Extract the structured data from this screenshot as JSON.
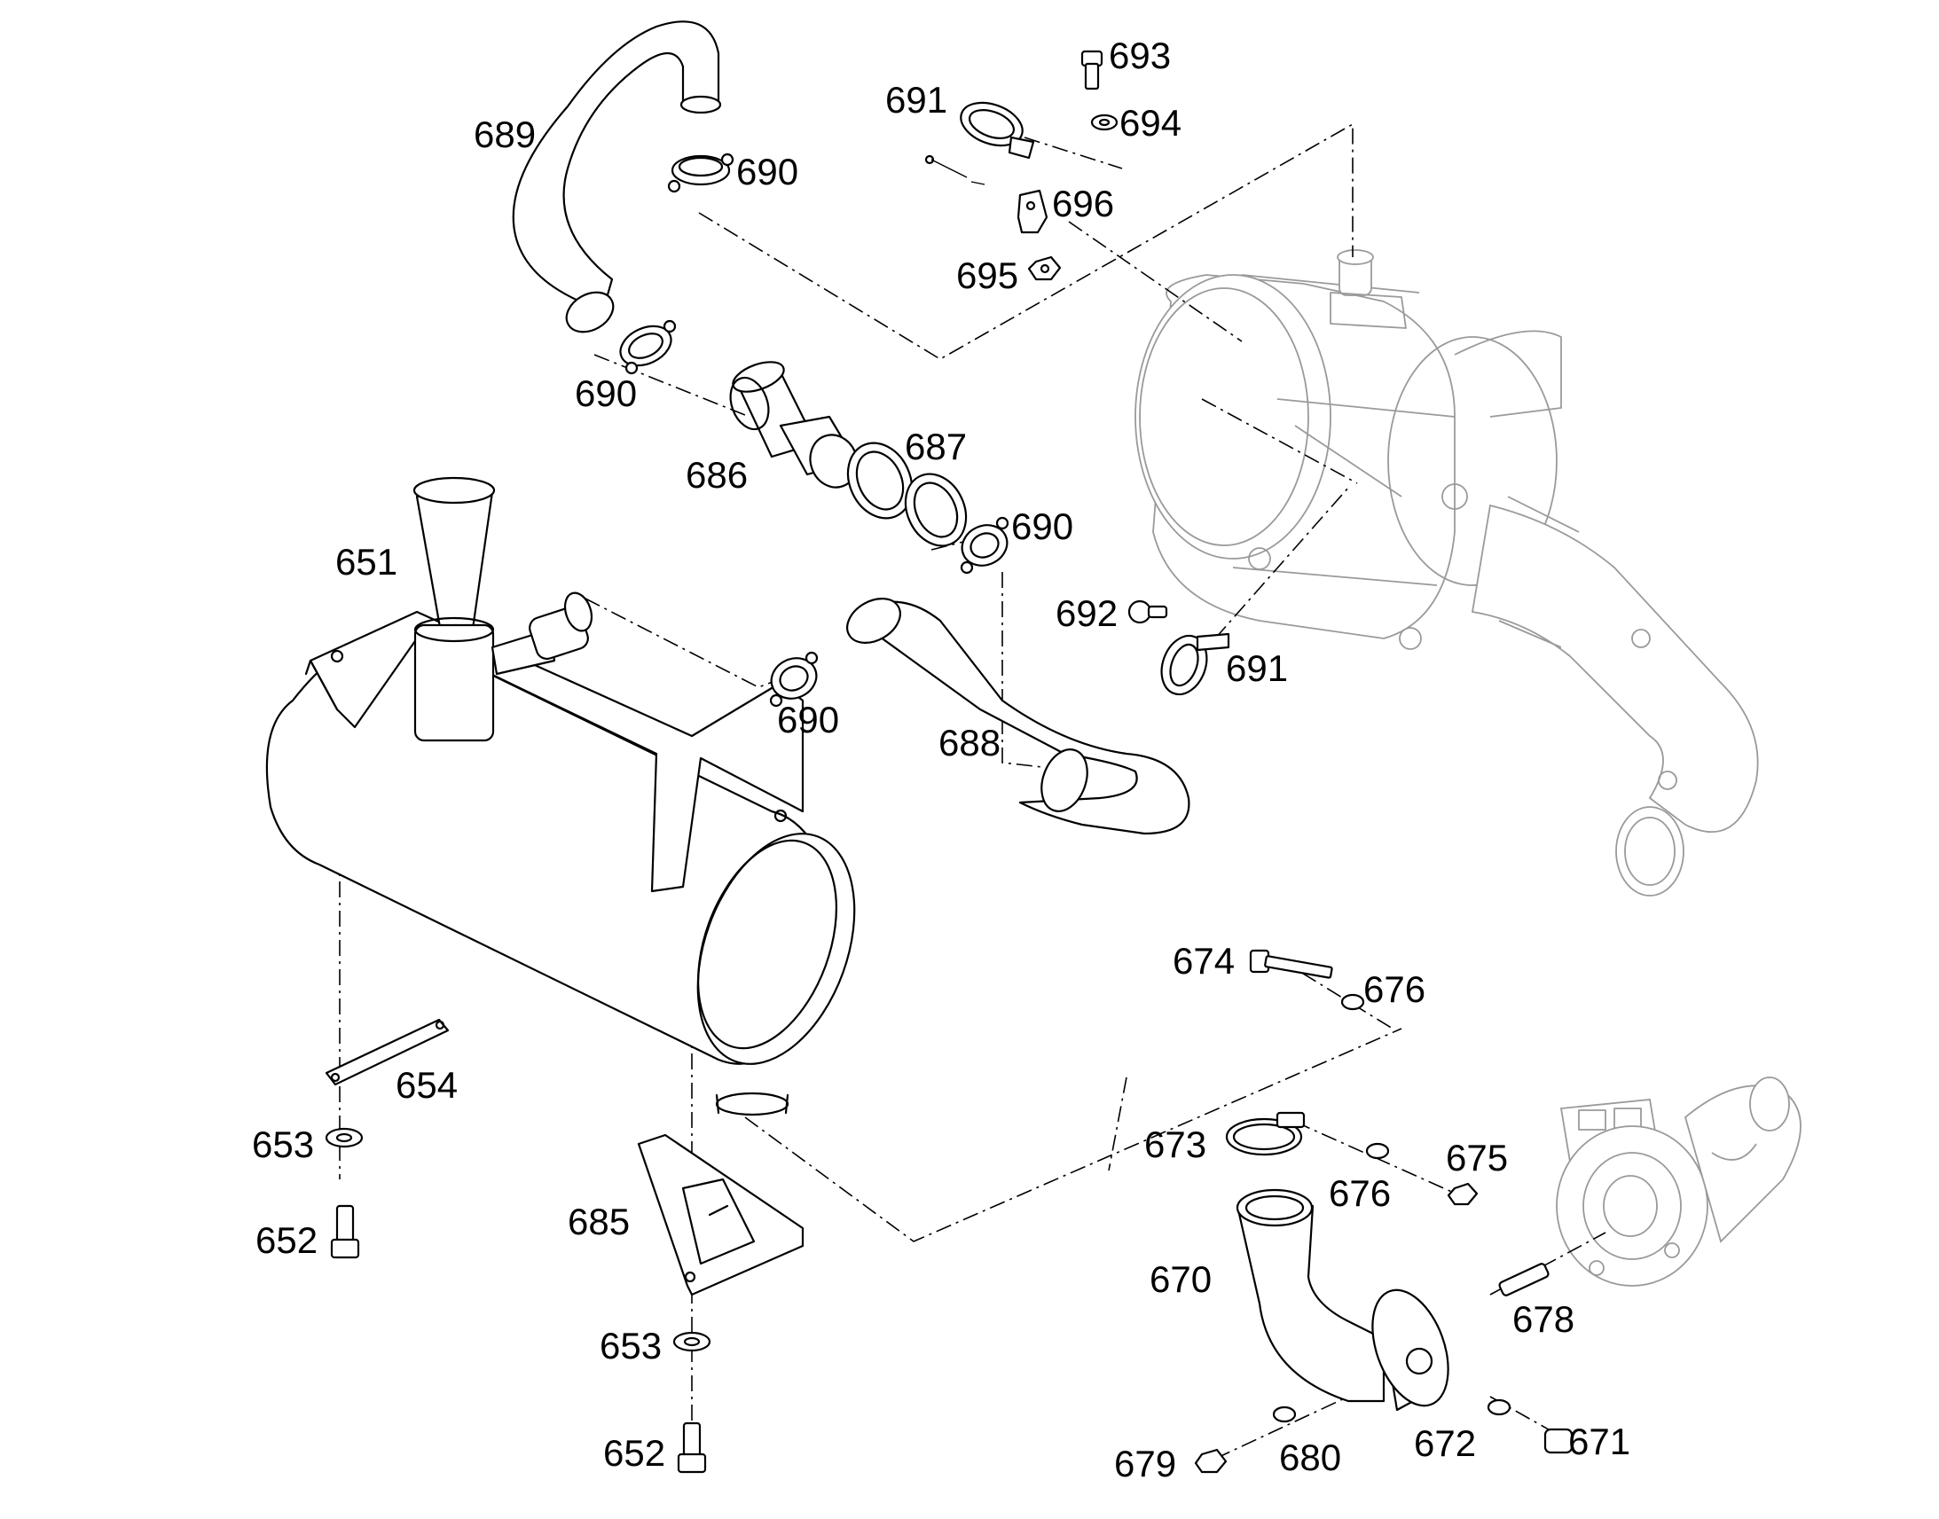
{
  "callouts": [
    {
      "id": "651",
      "label": "651"
    },
    {
      "id": "652a",
      "label": "652"
    },
    {
      "id": "652b",
      "label": "652"
    },
    {
      "id": "653a",
      "label": "653"
    },
    {
      "id": "653b",
      "label": "653"
    },
    {
      "id": "654",
      "label": "654"
    },
    {
      "id": "670",
      "label": "670"
    },
    {
      "id": "671",
      "label": "671"
    },
    {
      "id": "672",
      "label": "672"
    },
    {
      "id": "673",
      "label": "673"
    },
    {
      "id": "674",
      "label": "674"
    },
    {
      "id": "675",
      "label": "675"
    },
    {
      "id": "676a",
      "label": "676"
    },
    {
      "id": "676b",
      "label": "676"
    },
    {
      "id": "678",
      "label": "678"
    },
    {
      "id": "679",
      "label": "679"
    },
    {
      "id": "680",
      "label": "680"
    },
    {
      "id": "685",
      "label": "685"
    },
    {
      "id": "686",
      "label": "686"
    },
    {
      "id": "687",
      "label": "687"
    },
    {
      "id": "688",
      "label": "688"
    },
    {
      "id": "689",
      "label": "689"
    },
    {
      "id": "690a",
      "label": "690"
    },
    {
      "id": "690b",
      "label": "690"
    },
    {
      "id": "690c",
      "label": "690"
    },
    {
      "id": "690d",
      "label": "690"
    },
    {
      "id": "691a",
      "label": "691"
    },
    {
      "id": "691b",
      "label": "691"
    },
    {
      "id": "692",
      "label": "692"
    },
    {
      "id": "693",
      "label": "693"
    },
    {
      "id": "694",
      "label": "694"
    },
    {
      "id": "695",
      "label": "695"
    },
    {
      "id": "696",
      "label": "696"
    }
  ]
}
